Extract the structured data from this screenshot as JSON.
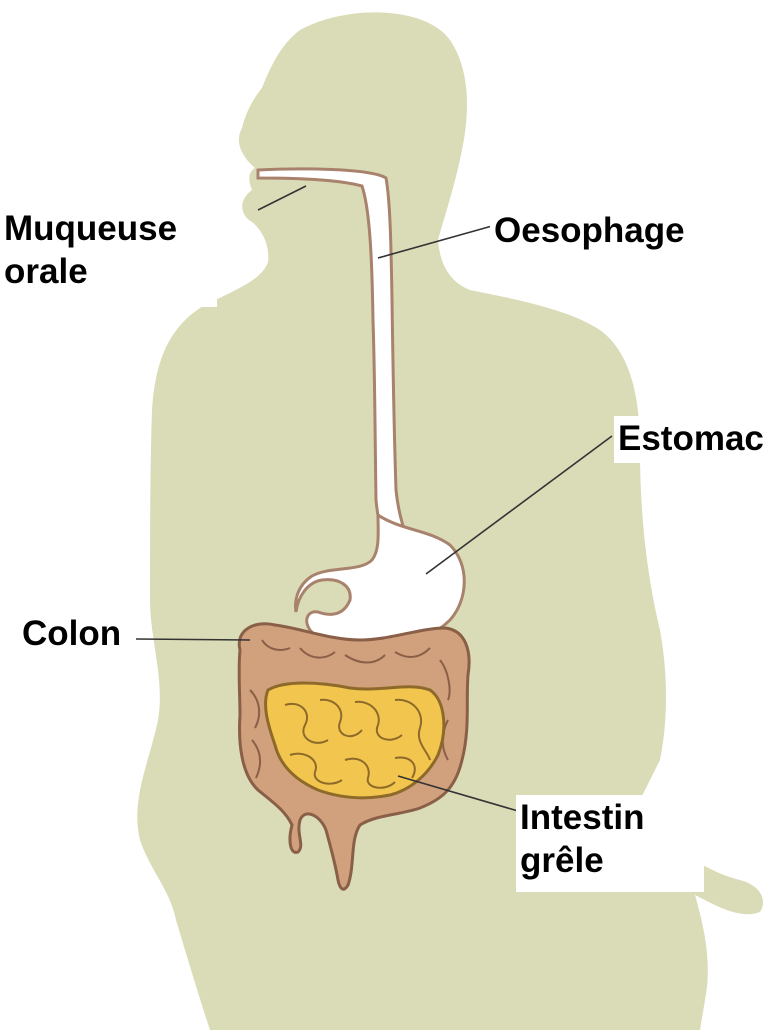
{
  "labels": {
    "muqueuse_orale": [
      "Muqueuse",
      "orale"
    ],
    "oesophage": "Oesophage",
    "estomac": "Estomac",
    "colon": "Colon",
    "intestin_grele": [
      "Intestin",
      "grêle"
    ]
  },
  "colors": {
    "body": "#dadcb8",
    "organ_outline": "#a8826c",
    "esophagus_fill": "#ffffff",
    "colon_fill": "#d1a07c",
    "colon_outline": "#8a5f47",
    "small_intestine_fill": "#f2c64e",
    "small_intestine_outline": "#8e6a2a",
    "leader_line": "#333333"
  }
}
